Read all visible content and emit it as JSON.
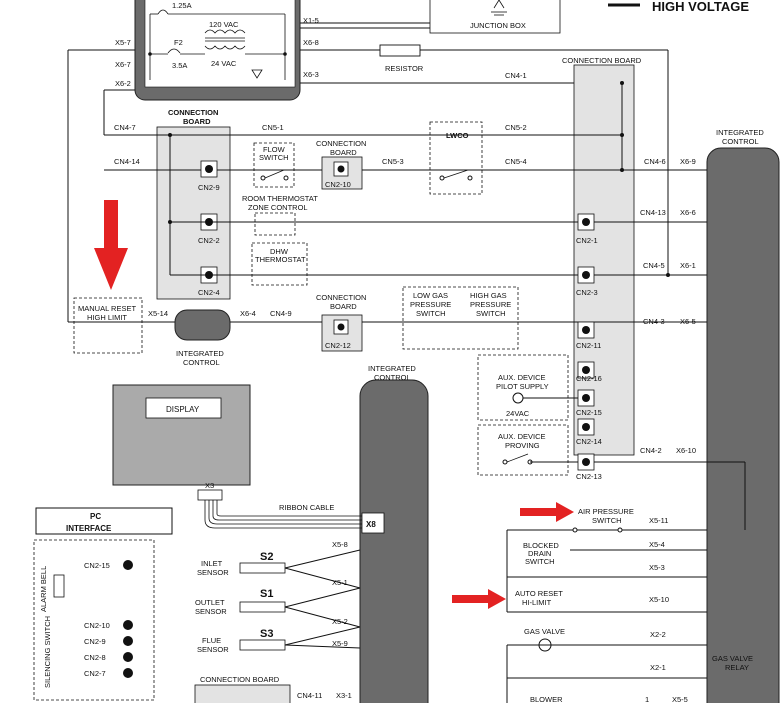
{
  "legend": {
    "high_voltage": "HIGH VOLTAGE"
  },
  "transformer": {
    "fuse1": "1.25A",
    "fuse2_id": "F2",
    "fuse2": "3.5A",
    "primary": "120 VAC",
    "secondary": "24 VAC",
    "term_x5_7": "X5-7",
    "term_x6_7": "X6-7",
    "term_x6_2": "X6-2",
    "term_x1_5": "X1-5",
    "term_x6_8": "X6-8",
    "term_x6_3": "X6-3"
  },
  "junction_box": "JUNCTION BOX",
  "resistor": "RESISTOR",
  "connection_board_label": "CONNECTION BOARD",
  "connection_board_short": "CONNECTION\nBOARD",
  "integrated_control_label": "INTEGRATED\nCONTROL",
  "connectors": {
    "cn4_1": "CN4-1",
    "cn4_7": "CN4-7",
    "cn5_1": "CN5-1",
    "cn5_2": "CN5-2",
    "cn4_14": "CN4-14",
    "cn5_3": "CN5-3",
    "cn5_4": "CN5-4",
    "cn4_6": "CN4-6",
    "x6_9": "X6-9",
    "cn4_13": "CN4-13",
    "x6_6": "X6-6",
    "cn4_5": "CN4-5",
    "x6_1": "X6-1",
    "cn4_3": "CN4-3",
    "x6_5": "X6-5",
    "x5_14": "X5-14",
    "x6_4": "X6-4",
    "cn4_9": "CN4-9",
    "cn4_2": "CN4-2",
    "x6_10": "X6-10",
    "x5_11": "X5-11",
    "x5_4": "X5-4",
    "x5_3": "X5-3",
    "x5_10": "X5-10",
    "x2_2": "X2-2",
    "x2_1": "X2-1",
    "x5_8": "X5-8",
    "x5_1": "X5-1",
    "x5_2": "X5-2",
    "x5_9": "X5-9",
    "cn4_11": "CN4-11",
    "x3_1": "X3-1",
    "x5_5": "X5-5",
    "pin_1": "1",
    "x8": "X8",
    "x3": "X3"
  },
  "board_pins": {
    "cn2_9": "CN2-9",
    "cn2_2": "CN2-2",
    "cn2_4": "CN2-4",
    "cn2_10": "CN2-10",
    "cn2_12": "CN2-12",
    "cn2_1": "CN2-1",
    "cn2_3": "CN2-3",
    "cn2_11": "CN2-11",
    "cn2_16": "CN2-16",
    "cn2_15": "CN2-15",
    "cn2_14": "CN2-14",
    "cn2_13": "CN2-13"
  },
  "devices": {
    "lwco": "LWCO",
    "flow_switch": "FLOW\nSWITCH",
    "room_thermostat": "ROOM THERMOSTAT\nZONE CONTROL",
    "dhw_thermostat": "DHW\nTHERMOSTAT",
    "manual_reset": "MANUAL RESET\nHIGH LIMIT",
    "low_gas": "LOW GAS\nPRESSURE\nSWITCH",
    "high_gas": "HIGH GAS\nPRESSURE\nSWITCH",
    "aux_pilot": "AUX. DEVICE\nPILOT SUPPLY",
    "vac24": "24VAC",
    "aux_proving": "AUX. DEVICE\nPROVING",
    "air_pressure": "AIR PRESSURE\nSWITCH",
    "blocked_drain": "BLOCKED\nDRAIN\nSWITCH",
    "auto_reset": "AUTO RESET\nHI-LIMIT",
    "gas_valve": "GAS VALVE",
    "gas_valve_relay": "GAS VALVE\nRELAY",
    "blower": "BLOWER"
  },
  "display_panel": {
    "display": "DISPLAY"
  },
  "ribbon_cable": "RIBBON CABLE",
  "pc_interface": "PC\nINTERFACE",
  "sensors": {
    "inlet": {
      "id": "S2",
      "label": "INLET\nSENSOR"
    },
    "outlet": {
      "id": "S1",
      "label": "OUTLET\nSENSOR"
    },
    "flue": {
      "id": "S3",
      "label": "FLUE\nSENSOR"
    }
  },
  "alarm": {
    "silencing_switch": "SILENCING SWITCH",
    "alarm_bell": "ALARM BELL",
    "cn2_15": "CN2-15",
    "cn2_10": "CN2-10",
    "cn2_9": "CN2-9",
    "cn2_8": "CN2-8",
    "cn2_7": "CN2-7"
  },
  "colors": {
    "highlight_arrow": "#e32222",
    "board_fill": "#e3e3e3",
    "module_fill": "#6b6b6b"
  }
}
